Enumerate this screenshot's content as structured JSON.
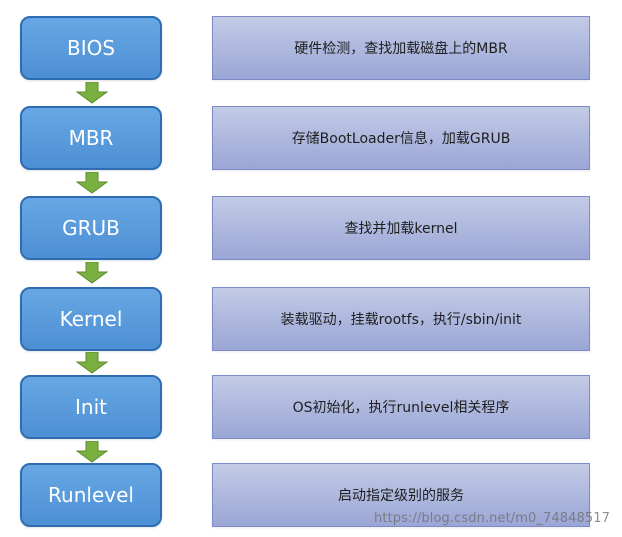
{
  "stages": [
    {
      "label": "BIOS",
      "description": "硬件检测，查找加载磁盘上的MBR"
    },
    {
      "label": "MBR",
      "description": "存储BootLoader信息，加载GRUB"
    },
    {
      "label": "GRUB",
      "description": "查找并加载kernel"
    },
    {
      "label": "Kernel",
      "description": "装载驱动，挂载rootfs，执行/sbin/init"
    },
    {
      "label": "Init",
      "description": "OS初始化，执行runlevel相关程序"
    },
    {
      "label": "Runlevel",
      "description": "启动指定级别的服务"
    }
  ],
  "watermark": "https://blog.csdn.net/m0_74848517",
  "colors": {
    "stage_fill": "#5b9bd5",
    "stage_border": "#2f6db3",
    "desc_fill": "#a9b4dd",
    "desc_border": "#7d8ac7",
    "arrow": "#7ab040"
  }
}
